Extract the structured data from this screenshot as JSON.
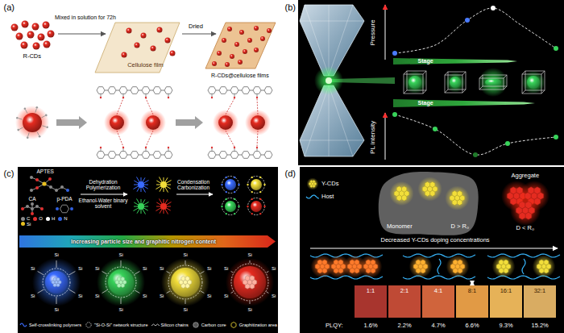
{
  "diagram": {
    "nodes": [
      {
        "text": [
          "Cellulose film"
        ]
      },
      {
        "text": [
          "Increasing particle size and graphitic nitrogen content"
        ]
      },
      {
        "text": [
          "Monomer",
          "D > R₀"
        ]
      },
      {
        "text": [
          "1:1"
        ]
      },
      {
        "text": [
          "2:1"
        ]
      },
      {
        "text": [
          "4:1"
        ]
      },
      {
        "text": [
          "8:1"
        ]
      },
      {
        "text": [
          "16:1"
        ]
      },
      {
        "text": [
          "32:1"
        ]
      }
    ],
    "labels": [
      "(a)",
      "R-CDs",
      "Mixed in solution for 72h",
      "Dried",
      "R-CDs@cellulose films",
      "(b)",
      "Pressure",
      "Stage",
      "Stage",
      "PL intensity",
      "(c)",
      "APTES",
      "CA",
      "p-PDA",
      "Dehydration Polymerization",
      "Ethanol-Water binary solvent",
      "Condensation Carbonization",
      "Si",
      "Si",
      "Si",
      "Si",
      "Si",
      "Si",
      "Si",
      "Si",
      "Si",
      "Si",
      "Si",
      "Si",
      "Si",
      "Si",
      "Si",
      "Si",
      "Si",
      "Si",
      "Si",
      "Si",
      "Si",
      "Si",
      "Si",
      "Si",
      "(d)",
      "Aggregate",
      "D < R₀",
      "Decreased Y-CDs doping concentrations",
      "PLQY:",
      "1.6%",
      "2.2%",
      "4.7%",
      "6.6%",
      "9.3%",
      "15.2%"
    ],
    "legend": [
      {
        "text": "C",
        "color": "#8a8a8a"
      },
      {
        "text": "O",
        "color": "#e03030"
      },
      {
        "text": "H",
        "color": "#ffffff"
      },
      {
        "text": "N",
        "color": "#3060e0"
      },
      {
        "text": "Si",
        "color": "#e8c020"
      },
      {
        "text": "Self-crosslinking polymers"
      },
      {
        "text": "\"Si-O-Si\" network structure"
      },
      {
        "text": "Silicon chains"
      },
      {
        "text": "Carbon core"
      },
      {
        "text": "Graphitization area"
      },
      {
        "text": "Y-CDs"
      },
      {
        "text": "Host"
      }
    ]
  }
}
